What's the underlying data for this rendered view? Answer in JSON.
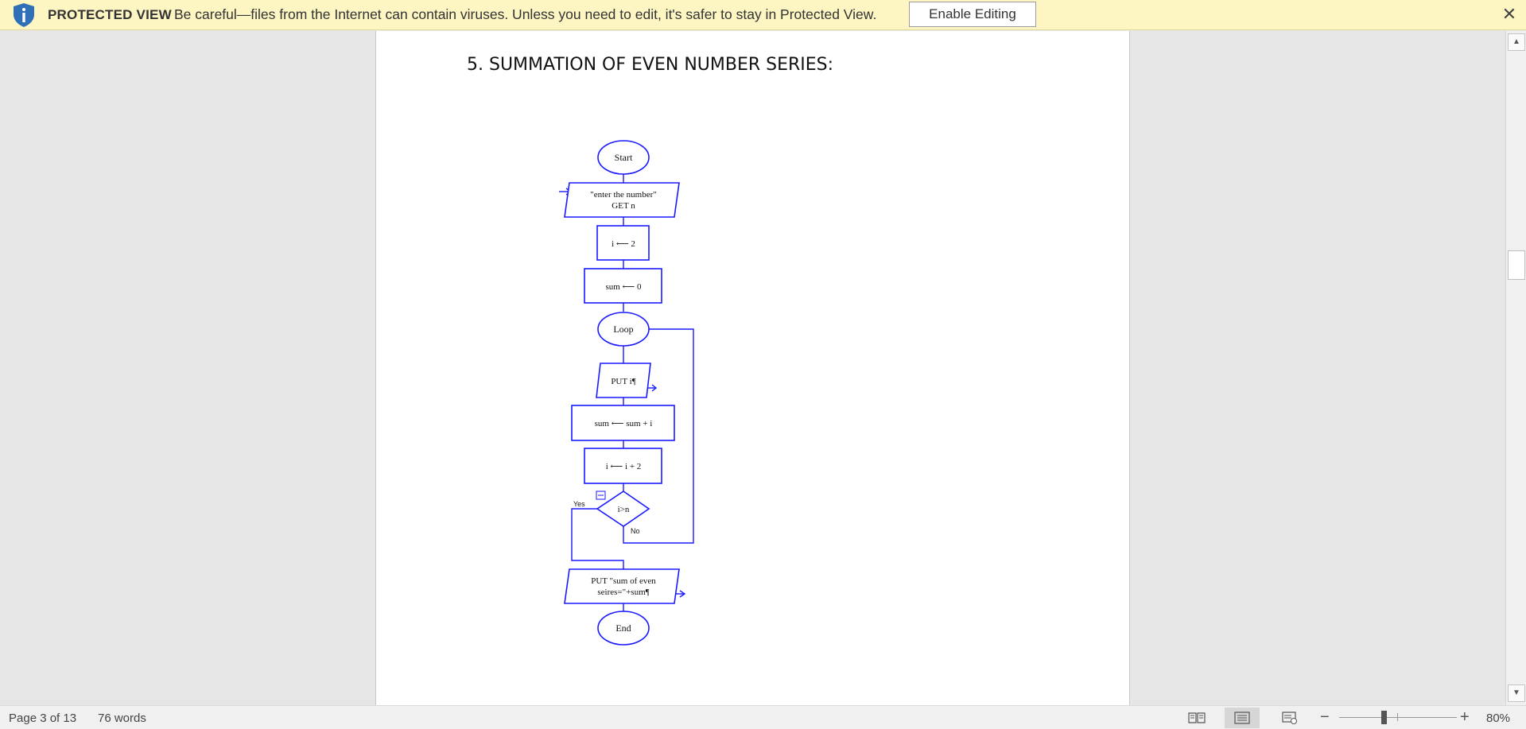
{
  "protected_view": {
    "title": "PROTECTED VIEW",
    "message": "Be careful—files from the Internet can contain viruses. Unless you need to edit, it's safer to stay in Protected View.",
    "enable_button": "Enable Editing",
    "close_glyph": "✕",
    "info_icon": "shield-info-icon"
  },
  "document": {
    "heading": "5. SUMMATION OF EVEN NUMBER SERIES:",
    "flowchart": {
      "start": "Start",
      "input_line1": "\"enter the number\"",
      "input_line2": "GET n",
      "assign_i": "i ⟵ 2",
      "assign_sum": "sum ⟵ 0",
      "loop": "Loop",
      "put_i": "PUT i¶",
      "sum_update": "sum ⟵ sum + i",
      "i_update": "i ⟵ i + 2",
      "decision": "i>n",
      "yes_label": "Yes",
      "no_label": "No",
      "output_line1": "PUT \"sum of even",
      "output_line2": "seires=\"+sum¶",
      "end": "End"
    },
    "accent_color": "#1a1aff"
  },
  "status_bar": {
    "page": "Page 3 of 13",
    "words": "76 words",
    "zoom": "80%",
    "zoom_minus": "−",
    "zoom_plus": "+"
  }
}
